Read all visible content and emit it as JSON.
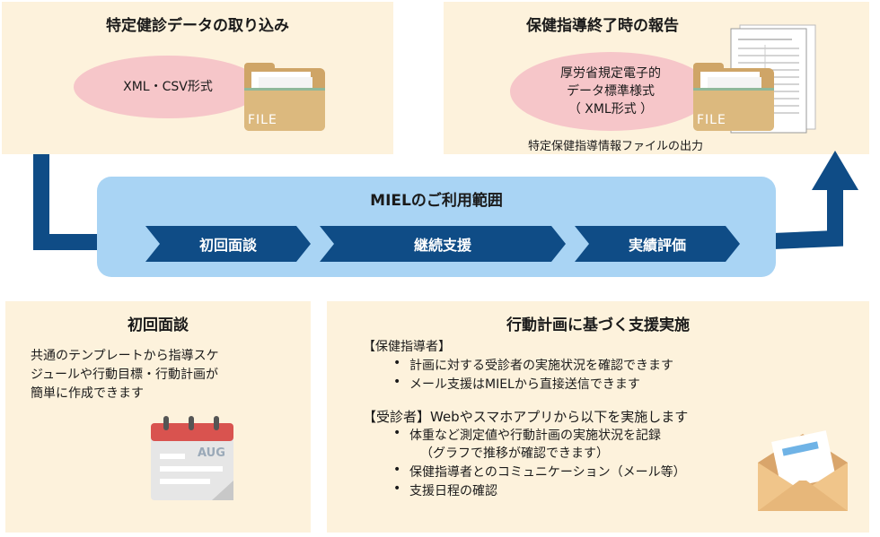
{
  "import_panel": {
    "title": "特定健診データの取り込み",
    "format": "XML・CSV形式",
    "file_label": "FILE"
  },
  "report_panel": {
    "title": "保健指導終了時の報告",
    "format_lines": [
      "厚労省規定電子的",
      "データ標準様式",
      "（ XML形式 ）"
    ],
    "file_label": "FILE",
    "caption": "特定保健指導情報ファイルの出力"
  },
  "miel": {
    "title": "MIELのご利用範囲",
    "steps": [
      "初回面談",
      "継続支援",
      "実績評価"
    ]
  },
  "first_interview": {
    "title": "初回面談",
    "lines": [
      "共通のテンプレートから指導スケ",
      "ジュールや行動目標・行動計画が",
      "簡単に作成できます"
    ],
    "calendar_month": "AUG"
  },
  "action_plan": {
    "title": "行動計画に基づく支援実施",
    "guide_header": "【保健指導者】",
    "guide_items": [
      "計画に対する受診者の実施状況を確認できます",
      "メール支援はMIELから直接送信できます"
    ],
    "patient_header": "【受診者】Webやスマホアプリから以下を実施します",
    "patient_items": [
      "体重など測定値や行動計画の実施状況を記録",
      "保健指導者とのコミュニケーション（メール等）",
      "支援日程の確認"
    ],
    "patient_sub": "（グラフで推移が確認できます）",
    "bullet": "•"
  },
  "colors": {
    "panel_bg": "#fdf2dc",
    "ellipse": "#f6c6c9",
    "miel_bg": "#a9d4f4",
    "navy": "#0f4c86",
    "folder": "#d9b47a"
  }
}
